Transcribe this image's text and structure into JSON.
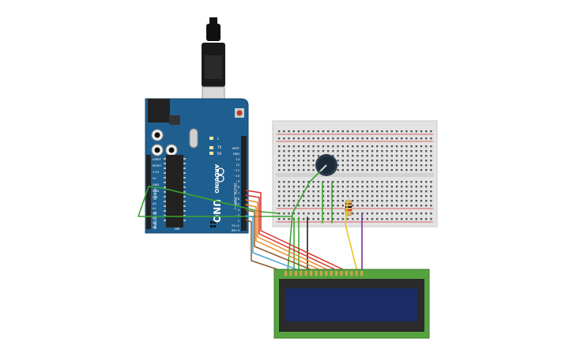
{
  "arduino": {
    "brand": "ARDUINO",
    "model": "UNO",
    "labels": {
      "digital": "DIGITAL (PWM~)",
      "aref": "AREF",
      "gnd": "GND",
      "pin13": "13",
      "pin12": "12",
      "pin11": "~11",
      "pin10": "~10",
      "pin9": "~9",
      "pin8": "8",
      "pin7": "7",
      "pin6": "~6",
      "pin5": "~5",
      "pin4": "4",
      "pin3": "~3",
      "pin2": "2",
      "tx": "TX→1",
      "rx": "RX←0",
      "ioref": "IOREF",
      "reset": "RESET",
      "v33": "3.3V",
      "v5": "5V",
      "gnd1": "GND",
      "gnd2": "GND",
      "vin": "VIN",
      "analog": "ANALOG IN",
      "a0": "A0",
      "a1": "A1",
      "a2": "A2",
      "a3": "A3",
      "a4": "A4",
      "a5": "A5",
      "power": "POWER",
      "on": "ON",
      "tx_led": "TX",
      "rx_led": "RX",
      "l_led": "L"
    }
  },
  "colors": {
    "board": "#1f5f8f",
    "breadboard": "#e3e3e3",
    "lcd_pcb": "#57a33f",
    "lcd_screen": "#1b2b63",
    "wire_green": "#3aa52f",
    "wire_red": "#d8332a",
    "wire_orange": "#e88a2a",
    "wire_brown": "#8b5a2b",
    "wire_black": "#222222",
    "wire_yellow": "#e8c81c",
    "wire_purple": "#7a2f9a",
    "wire_blue": "#4aa3d8"
  },
  "components": {
    "potentiometer": "potentiometer-icon",
    "resistor": "resistor-icon",
    "lcd": "lcd-16x2-icon",
    "usb": "usb-cable-icon"
  }
}
